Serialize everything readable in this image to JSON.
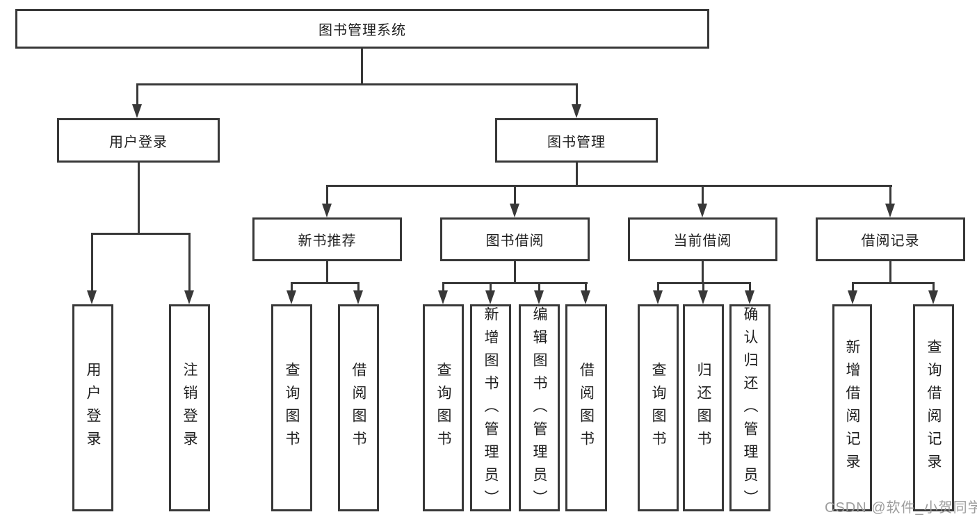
{
  "diagram": {
    "root": {
      "label": "图书管理系统"
    },
    "level2": [
      {
        "label": "用户登录"
      },
      {
        "label": "图书管理"
      }
    ],
    "level3": [
      {
        "label": "新书推荐"
      },
      {
        "label": "图书借阅"
      },
      {
        "label": "当前借阅"
      },
      {
        "label": "借阅记录"
      }
    ],
    "leaves": [
      {
        "label": "用户登录"
      },
      {
        "label": "注销登录"
      },
      {
        "label": "查询图书"
      },
      {
        "label": "借阅图书"
      },
      {
        "label": "查询图书"
      },
      {
        "label": "新增图书（管理员）"
      },
      {
        "label": "编辑图书（管理员）"
      },
      {
        "label": "借阅图书"
      },
      {
        "label": "查询图书"
      },
      {
        "label": "归还图书"
      },
      {
        "label": "确认归还（管理员）"
      },
      {
        "label": "新增借阅记录"
      },
      {
        "label": "查询借阅记录"
      }
    ]
  },
  "watermark": {
    "text": "CSDN @软件_小贺同学"
  },
  "colors": {
    "line": "#383838",
    "text": "#1f1f1f",
    "watermark": "#989898",
    "background": "#ffffff"
  }
}
